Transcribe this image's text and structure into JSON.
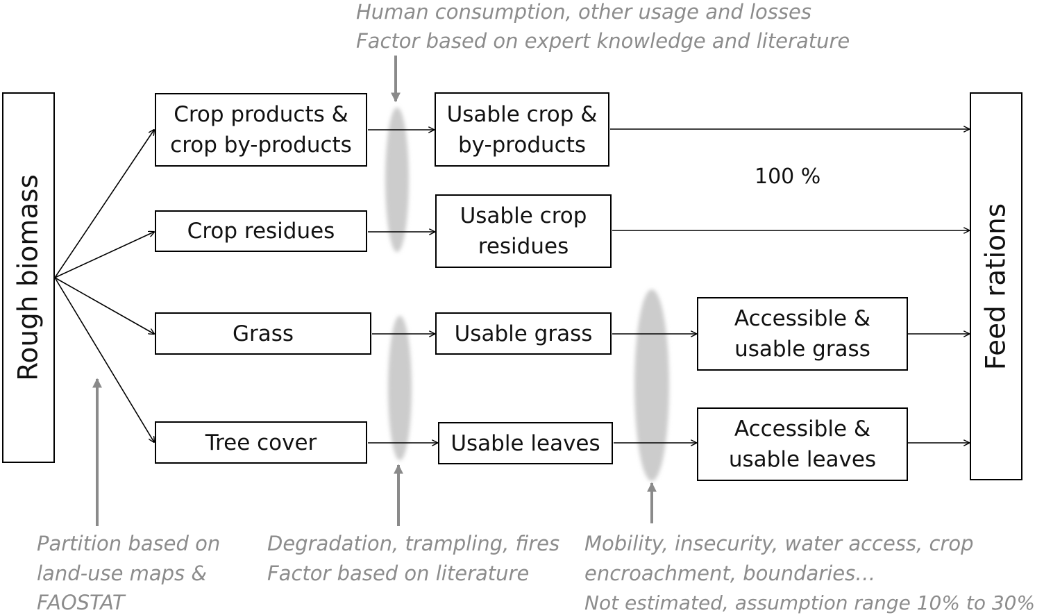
{
  "nodes": {
    "rough_biomass": "Rough biomass",
    "crop_products": "Crop products &\ncrop by-products",
    "crop_residues": "Crop residues",
    "grass": "Grass",
    "tree_cover": "Tree cover",
    "usable_crop": "Usable crop &\nby-products",
    "usable_crop_residues": "Usable crop\nresidues",
    "usable_grass": "Usable grass",
    "usable_leaves": "Usable leaves",
    "accessible_grass": "Accessible &\nusable grass",
    "accessible_leaves": "Accessible &\nusable leaves",
    "feed_rations": "Feed rations"
  },
  "labels": {
    "percent": "100 %"
  },
  "notes": {
    "human_consumption_line1": "Human consumption, other usage and losses",
    "human_consumption_line2": "Factor based on expert knowledge and literature",
    "partition_line1": "Partition based on",
    "partition_line2": "land-use maps &",
    "partition_line3": "FAOSTAT",
    "degradation_line1": "Degradation, trampling, fires",
    "degradation_line2": "Factor based on literature",
    "mobility_line1": "Mobility, insecurity, water access, crop",
    "mobility_line2": "encroachment, boundaries…",
    "mobility_line3": "Not estimated, assumption range 10% to 30%"
  },
  "colors": {
    "box_border": "#000000",
    "text": "#111111",
    "note_text": "#8c8c8c",
    "note_arrow": "#8a8a8a",
    "loss_ellipse": "#cccccc"
  }
}
